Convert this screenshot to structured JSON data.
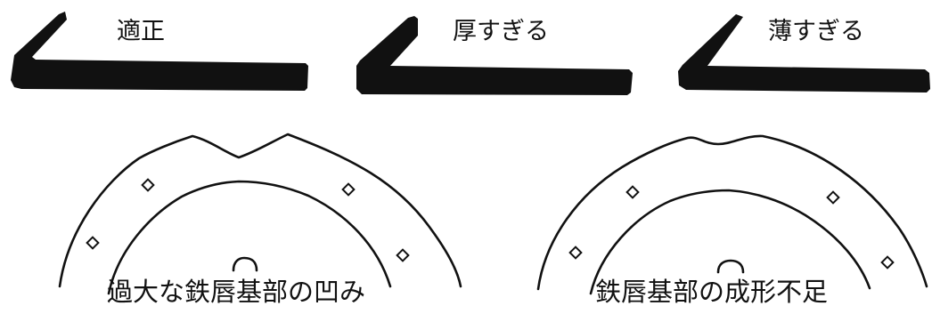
{
  "colors": {
    "ink": "#111111",
    "background": "#ffffff"
  },
  "profiles": [
    {
      "label": "適正"
    },
    {
      "label": "厚すぎる"
    },
    {
      "label": "薄すぎる"
    }
  ],
  "arches": [
    {
      "caption": "過大な鉄唇基部の凹み"
    },
    {
      "caption": "鉄唇基部の成形不足"
    }
  ]
}
